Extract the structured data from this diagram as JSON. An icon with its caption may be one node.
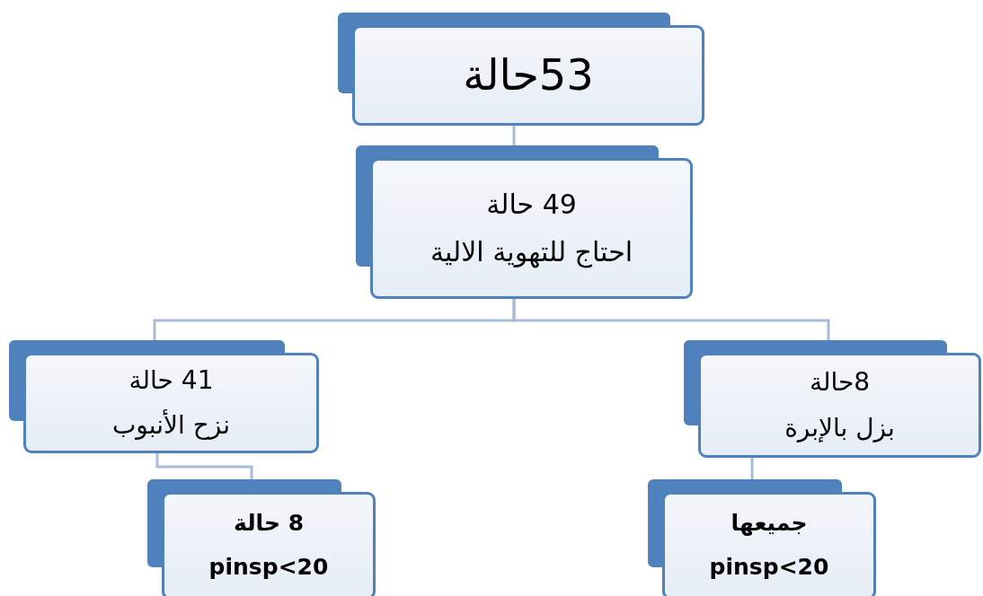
{
  "diagram": {
    "nodes": [
      {
        "text": [
          "53حالة"
        ]
      },
      {
        "text": [
          "49 حالة",
          "احتاج للتهوية الالية"
        ]
      },
      {
        "text": [
          "41 حالة",
          "نزح الأنبوب"
        ]
      },
      {
        "text": [
          "8حالة",
          "بزل بالإبرة"
        ]
      },
      {
        "text": [
          "8 حالة",
          "pinsp<20"
        ]
      },
      {
        "text": [
          "جميعها",
          "pinsp<20"
        ]
      }
    ],
    "edges": [
      {
        "from": 0,
        "to": 1,
        "arrow": "none"
      },
      {
        "from": 1,
        "to": 2,
        "arrow": "none"
      },
      {
        "from": 1,
        "to": 3,
        "arrow": "none"
      },
      {
        "from": 2,
        "to": 4,
        "arrow": "none"
      },
      {
        "from": 3,
        "to": 5,
        "arrow": "none"
      }
    ]
  }
}
